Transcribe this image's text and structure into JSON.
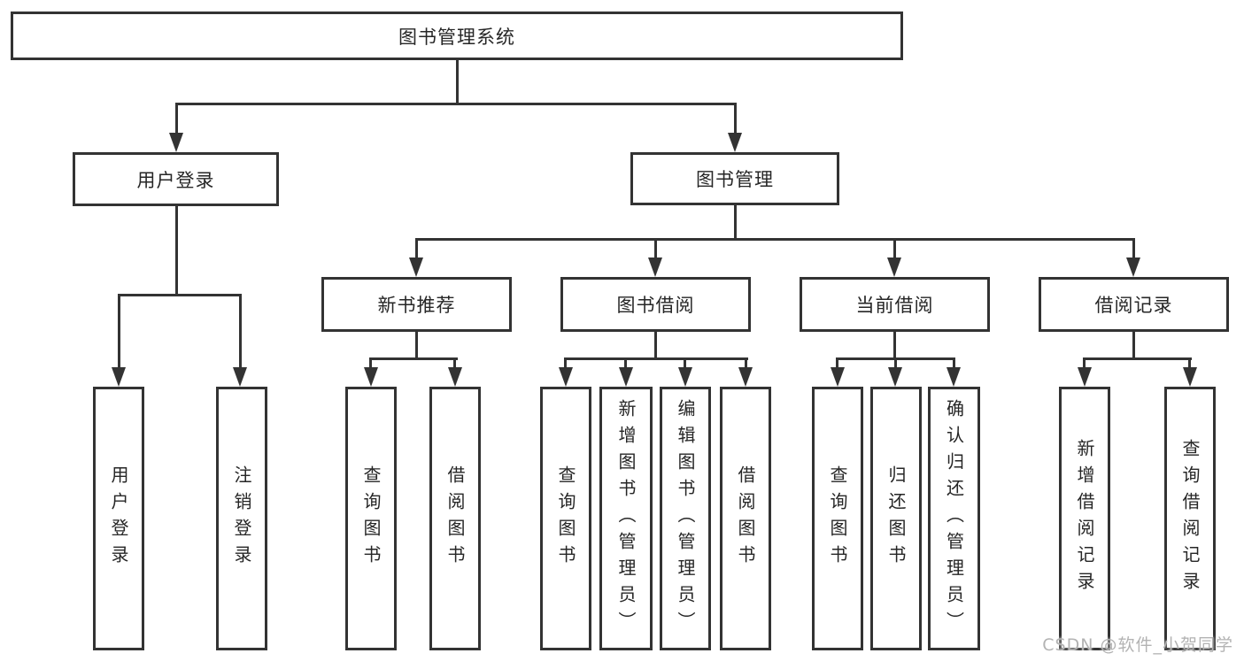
{
  "diagram": {
    "root": "图书管理系统",
    "level2": {
      "user_login": "用户登录",
      "book_mgmt": "图书管理"
    },
    "level3": {
      "new_book_rec": "新书推荐",
      "book_borrow": "图书借阅",
      "current_borrow": "当前借阅",
      "borrow_records": "借阅记录"
    },
    "leaves": [
      "用户登录",
      "注销登录",
      "查询图书",
      "借阅图书",
      "查询图书",
      "新增图书（管理员）",
      "编辑图书（管理员）",
      "借阅图书",
      "查询图书",
      "归还图书",
      "确认归还（管理员）",
      "新增借阅记录",
      "查询借阅记录"
    ],
    "colors": {
      "line": "#333333",
      "text": "#262626",
      "watermark": "#b3b3b3"
    }
  },
  "watermark": "CSDN @软件_小贺同学"
}
